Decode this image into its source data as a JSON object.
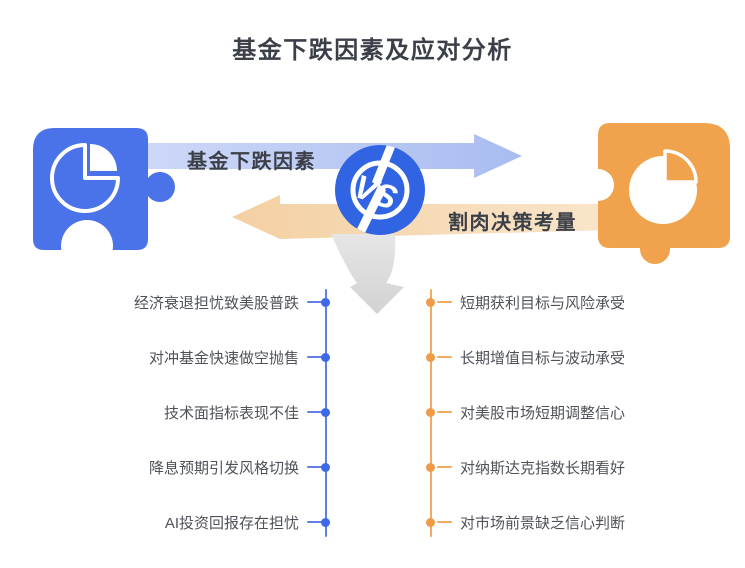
{
  "title": "基金下跌因素及应对分析",
  "hero": {
    "vs_label": "VS",
    "factors_arrow_label": "基金下跌因素",
    "decision_arrow_label": "割肉决策考量",
    "left_icon": "pie-chart-icon",
    "right_icon": "pie-chart-icon",
    "center_icon": "vs-badge",
    "flow_icon": "down-arrow-icon"
  },
  "columns": {
    "left": {
      "items": [
        "经济衰退担忧致美股普跌",
        "对冲基金快速做空抛售",
        "技术面指标表现不佳",
        "降息预期引发风格切换",
        "AI投资回报存在担忧"
      ]
    },
    "right": {
      "items": [
        "短期获利目标与风险承受",
        "长期增值目标与波动承受",
        "对美股市场短期调整信心",
        "对纳斯达克指数长期看好",
        "对市场前景缺乏信心判断"
      ]
    }
  },
  "colors": {
    "primary_blue": "#4A72E9",
    "vs_badge_blue": "#3064E2",
    "primary_orange": "#F0A24D",
    "arrow_blue_light": "#A9BCF0",
    "arrow_orange_light": "#F3D0A2",
    "gray_arrow": "#D7D7D7",
    "title_text": "#3B3F47",
    "item_text": "#4F5359"
  }
}
